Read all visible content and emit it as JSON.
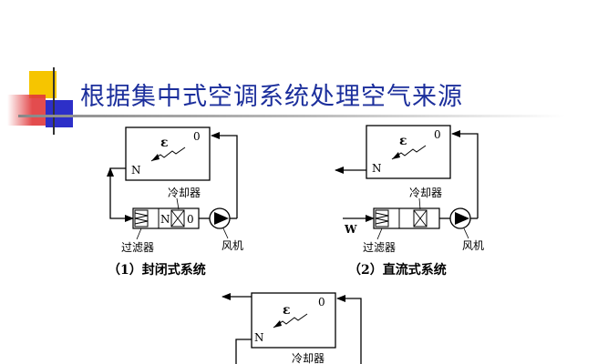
{
  "title": "根据集中式空调系统处理空气来源",
  "colors": {
    "title": "#1c2f9c",
    "deco_yellow": "#f6c500",
    "deco_red": "#e0383a",
    "deco_blue": "#2d2fc8"
  },
  "diagrams": [
    {
      "caption": "（1）封闭式系统",
      "room_symbol_eps": "ε",
      "room_symbol_o": "0",
      "room_symbol_n": "N",
      "cooler_label": "冷却器",
      "filter_label": "过滤器",
      "fan_label": "风机",
      "unit_n": "N",
      "unit_o": "0"
    },
    {
      "caption": "（2）直流式系统",
      "room_symbol_eps": "ε",
      "room_symbol_o": "0",
      "room_symbol_n": "N",
      "cooler_label": "冷却器",
      "filter_label": "过滤器",
      "fan_label": "风机",
      "inlet_label": "W"
    },
    {
      "room_symbol_eps": "ε",
      "room_symbol_o": "0",
      "room_symbol_n": "N",
      "cooler_label": "冷却器"
    }
  ]
}
